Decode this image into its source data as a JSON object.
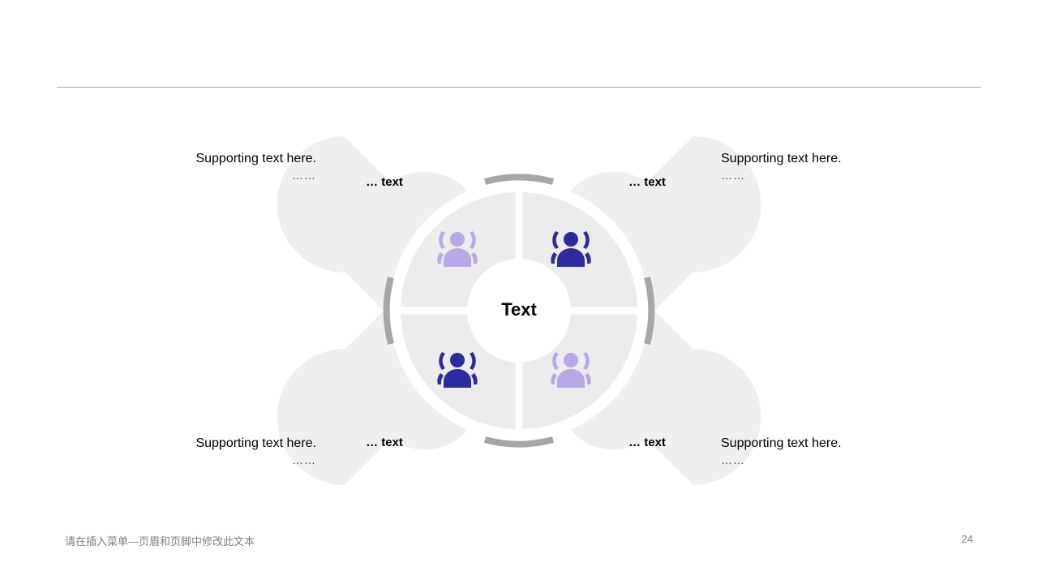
{
  "center": {
    "label": "Text"
  },
  "quadrants": [
    {
      "id": "top-left",
      "petal_label": "… text",
      "supporting": "Supporting text here.",
      "dots": "……",
      "icon": "user-group-icon",
      "icon_color": "#b9a8e6"
    },
    {
      "id": "top-right",
      "petal_label": "… text",
      "supporting": "Supporting text here.",
      "dots": "……",
      "icon": "user-group-icon",
      "icon_color": "#2e2aa0"
    },
    {
      "id": "bottom-left",
      "petal_label": "… text",
      "supporting": "Supporting text here.",
      "dots": "……",
      "icon": "user-group-icon",
      "icon_color": "#2e2aa0"
    },
    {
      "id": "bottom-right",
      "petal_label": "… text",
      "supporting": "Supporting text here.",
      "dots": "……",
      "icon": "user-group-icon",
      "icon_color": "#b9a8e6"
    }
  ],
  "colors": {
    "petal": "#efefef",
    "ring": "#a6a6a6",
    "segment": "#ececec",
    "rule": "#a6a6a6"
  },
  "footer": {
    "note": "请在插入菜单—页眉和页脚中修改此文本",
    "page_number": "24"
  }
}
